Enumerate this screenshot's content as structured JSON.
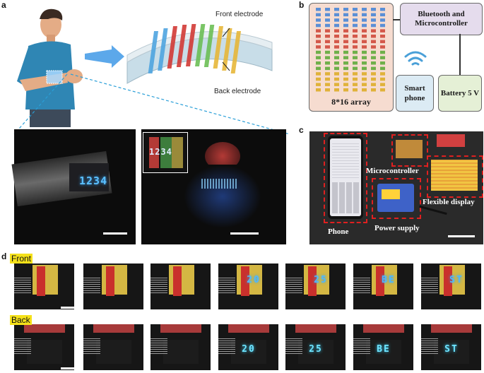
{
  "panel_a": {
    "letter": "a",
    "front_label": "Front electrode",
    "back_label": "Back electrode",
    "wrist_digits": "1234",
    "inset_digits": "1234"
  },
  "panel_b": {
    "letter": "b",
    "array_label": "8*16 array",
    "controller_label": "Bluetooth and Microcontroller",
    "phone_label": "Smart phone",
    "battery_label": "Battery 5 V",
    "row_colors": [
      "#5b8fd6",
      "#d4584a",
      "#6fb04a",
      "#e0b23a"
    ]
  },
  "panel_c": {
    "letter": "c",
    "microcontroller_label": "Microcontroller",
    "display_label": "Flexible display",
    "phone_label": "Phone",
    "power_label": "Power supply"
  },
  "panel_d": {
    "letter": "d",
    "front_tag": "Front",
    "back_tag": "Back",
    "front_frames": [
      "",
      "",
      "",
      "20",
      "25",
      "BE",
      "ST"
    ],
    "back_frames": [
      "",
      "",
      "",
      "20",
      "25",
      "BE",
      "ST"
    ]
  }
}
